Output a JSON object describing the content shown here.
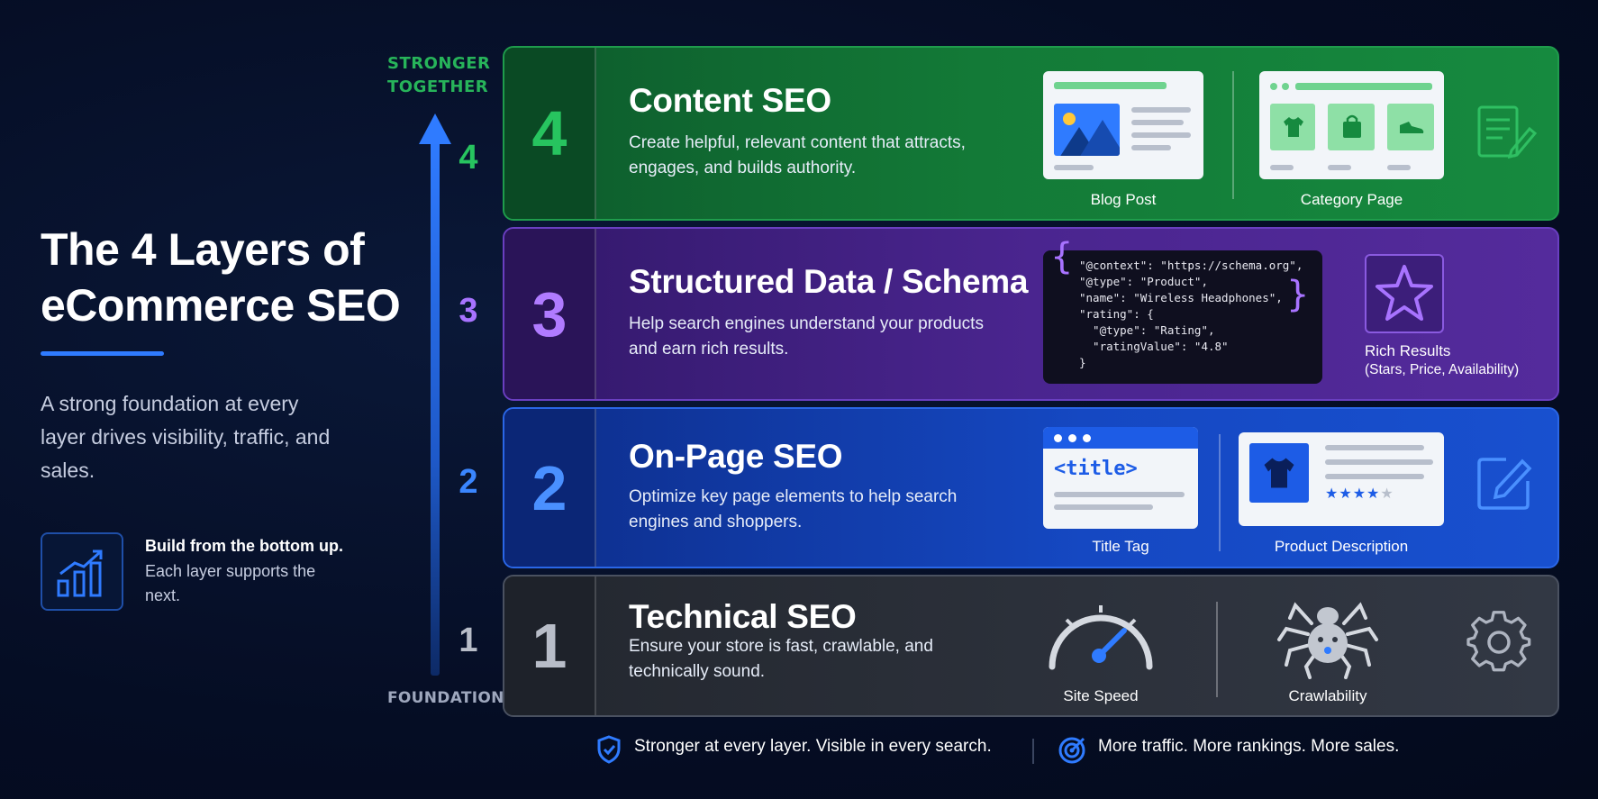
{
  "title": "The 4 Layers of eCommerce SEO",
  "subtitle": "A strong foundation at every layer drives visibility, traffic, and sales.",
  "build": {
    "title": "Build from the bottom up.",
    "subtitle": "Each layer supports the next.",
    "icon": "growth-chart-icon"
  },
  "axis": {
    "top_label": "STRONGER TOGETHER",
    "bottom_label": "FOUNDATION",
    "numbers": [
      "4",
      "3",
      "2",
      "1"
    ]
  },
  "layers": [
    {
      "number": "4",
      "title": "Content SEO",
      "description": "Create helpful, relevant content that attracts, engages, and builds authority.",
      "items": [
        "Blog Post",
        "Category Page"
      ],
      "icon": "edit-document-icon",
      "color": "#168a3f"
    },
    {
      "number": "3",
      "title": "Structured Data / Schema",
      "description": "Help search engines understand your products and earn rich results.",
      "code": [
        "\"@context\": \"https://schema.org\",",
        "\"@type\": \"Product\",",
        "\"name\": \"Wireless Headphones\",",
        "\"rating\": {",
        "  \"@type\": \"Rating\",",
        "  \"ratingValue\": \"4.8\"",
        "}"
      ],
      "rich_title": "Rich Results",
      "rich_sub": "(Stars, Price, Availability)",
      "icon": "star-icon",
      "color": "#542b9c"
    },
    {
      "number": "2",
      "title": "On-Page SEO",
      "description": "Optimize key page elements to help search engines and shoppers.",
      "title_tag_text": "<title>",
      "items": [
        "Title Tag",
        "Product Description"
      ],
      "icon": "edit-square-icon",
      "color": "#1850cf"
    },
    {
      "number": "1",
      "title": "Technical SEO",
      "description": "Ensure your store is fast, crawlable, and technically sound.",
      "items": [
        "Site Speed",
        "Crawlability"
      ],
      "icon": "gear-icon",
      "color": "#323844"
    }
  ],
  "footer": {
    "left": "Stronger at every layer. Visible in every search.",
    "right": "More traffic. More rankings. More sales."
  }
}
